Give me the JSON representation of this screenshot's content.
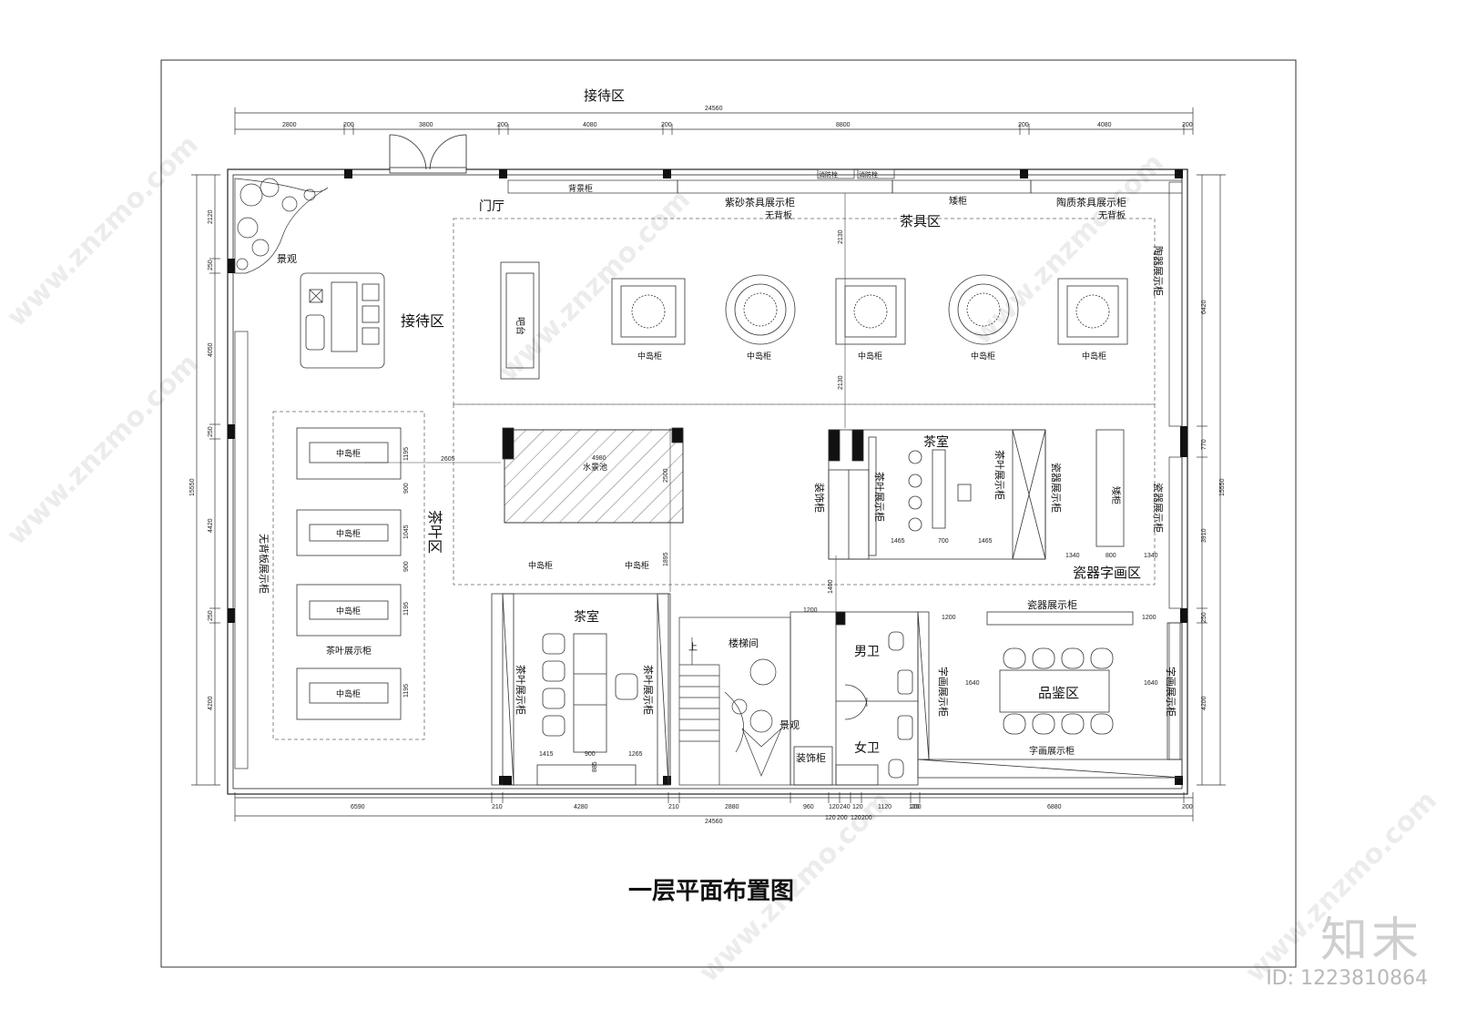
{
  "title": "一层平面布置图",
  "top_label": "接待区",
  "brand": "知末",
  "image_id": "ID: 1223810864",
  "watermark": "www.znzmo.com",
  "rooms": {
    "entry": "门厅",
    "landscape": "景观",
    "reception": "接待区",
    "bar": "吧台",
    "tea_tools": "茶具区",
    "tea_leaf": "茶叶区",
    "tea_room_right": "茶室",
    "tea_room_left": "茶室",
    "stair": "楼梯间",
    "stair_up": "上",
    "stair_landscape": "景观",
    "men": "男卫",
    "women": "女卫",
    "tasting": "品鉴区",
    "porcelain_art": "瓷器字画区",
    "water": "水景池",
    "deco_cab_bottom": "装饰柜"
  },
  "cabinets": {
    "backdrop": "背景柜",
    "fire1": "消防栓",
    "fire2": "消防栓",
    "zisha": "紫砂茶具展示柜",
    "no_back_1": "无背板",
    "low": "矮柜",
    "ceramic_tea": "陶质茶具展示柜",
    "no_back_2": "无背板",
    "pottery_display": "陶器展示柜",
    "island": "中岛柜",
    "tea_display": "茶叶展示柜",
    "no_back_tea": "无背板展示柜",
    "tea_leaf_display": "茶叶展示柜",
    "decor": "装饰柜",
    "porcelain_display": "瓷器展示柜",
    "porcelain_display_right": "瓷器展示柜",
    "porcelain_bar": "瓷器展示柜",
    "low_right": "矮柜",
    "art_display": "字画展示柜",
    "art_display_bottom": "字画展示柜"
  },
  "dimensions": {
    "top_total": "24560",
    "top_segments": [
      "2800",
      "200",
      "3800",
      "200",
      "4080",
      "200",
      "8800",
      "200",
      "4080",
      "200"
    ],
    "bottom_total": "24560",
    "bottom_segments": [
      "6590",
      "210",
      "4280",
      "210",
      "2880",
      "960",
      "120",
      "240",
      "120",
      "1120",
      "120",
      "200",
      "6880",
      "200"
    ],
    "bottom_sub": [
      "120",
      "200",
      "120",
      "200"
    ],
    "left_total": "15550",
    "left_segments": [
      "2120",
      "250",
      "4050",
      "250",
      "4420",
      "250",
      "4200"
    ],
    "right_total": "15550",
    "right_segments": [
      "6420",
      "770",
      "3910",
      "250",
      "4200"
    ],
    "inner": [
      "2130",
      "2130",
      "2605",
      "4980",
      "2500",
      "1895",
      "1400",
      "1200",
      "1200",
      "1200",
      "1640",
      "1640",
      "1465",
      "700",
      "1465",
      "1340",
      "800",
      "1340",
      "1195",
      "900",
      "1045",
      "900",
      "1195",
      "1195",
      "1415",
      "900",
      "1265",
      "885"
    ]
  }
}
